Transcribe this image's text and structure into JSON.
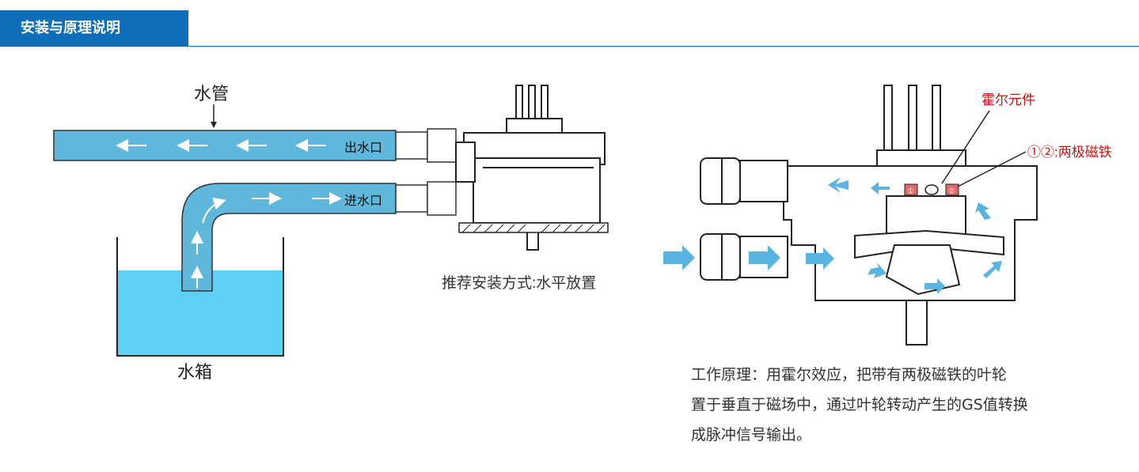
{
  "header": {
    "title": "安装与原理说明"
  },
  "left_diagram": {
    "pipe_label": "水管",
    "outlet_label": "出水口",
    "inlet_label": "进水口",
    "tank_label": "水箱",
    "install_note": "推荐安装方式:水平放置"
  },
  "right_diagram": {
    "hall_label": "霍尔元件",
    "magnet_label": "①②:两极磁铁",
    "marker_1": "①",
    "marker_2": "②"
  },
  "description": {
    "lines": [
      "工作原理：用霍尔效应，把带有两极磁铁的叶轮",
      "置于垂直于磁场中，通过叶轮转动产生的GS值转换",
      "成脉冲信号输出。"
    ]
  },
  "colors": {
    "accent": "#0e6eb8",
    "water": "#5fb8dc",
    "tank_water": "#5fd0f5",
    "arrow": "#5ab4e0",
    "red_label": "#cc1010"
  }
}
